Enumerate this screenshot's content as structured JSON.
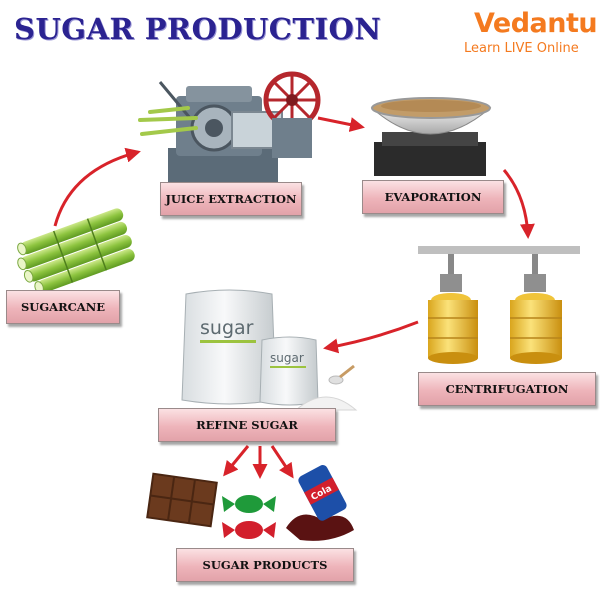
{
  "header": {
    "title": "SUGAR PRODUCTION"
  },
  "brand": {
    "name": "Vedantu",
    "tagline": "Learn LIVE Online"
  },
  "steps": {
    "sugarcane": "SUGARCANE",
    "juice_extraction": "JUICE EXTRACTION",
    "evaporation": "EVAPORATION",
    "centrifugation": "CENTRIFUGATION",
    "refine_sugar": "REFINE SUGAR",
    "sugar_products": "SUGAR PRODUCTS"
  },
  "illustrations": {
    "sugar_bag_large_text": "sugar",
    "sugar_bag_small_text": "sugar",
    "cola_text": "Cola"
  },
  "colors": {
    "title": "#2b2391",
    "brand": "#f47a1f",
    "arrow": "#d8232a",
    "label_fill": "#eeb4ba"
  }
}
